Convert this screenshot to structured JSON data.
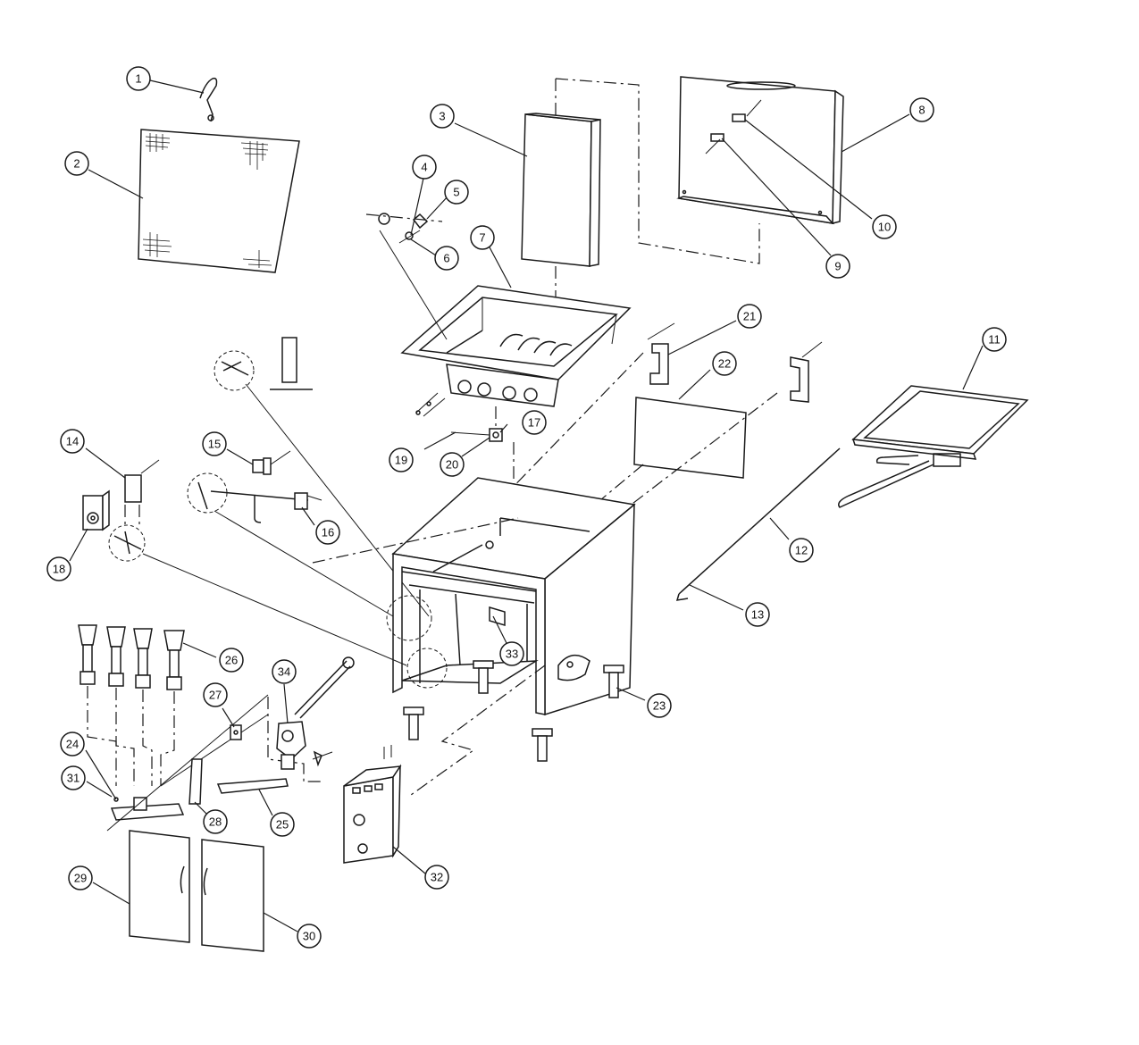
{
  "colors": {
    "line": "#1a1a1a",
    "background": "#ffffff"
  },
  "callouts": [
    "1",
    "2",
    "3",
    "4",
    "5",
    "6",
    "7",
    "8",
    "9",
    "10",
    "11",
    "12",
    "13",
    "14",
    "15",
    "16",
    "17",
    "18",
    "19",
    "20",
    "21",
    "22",
    "23",
    "24",
    "25",
    "26",
    "27",
    "28",
    "29",
    "30",
    "31",
    "32",
    "33",
    "34"
  ]
}
